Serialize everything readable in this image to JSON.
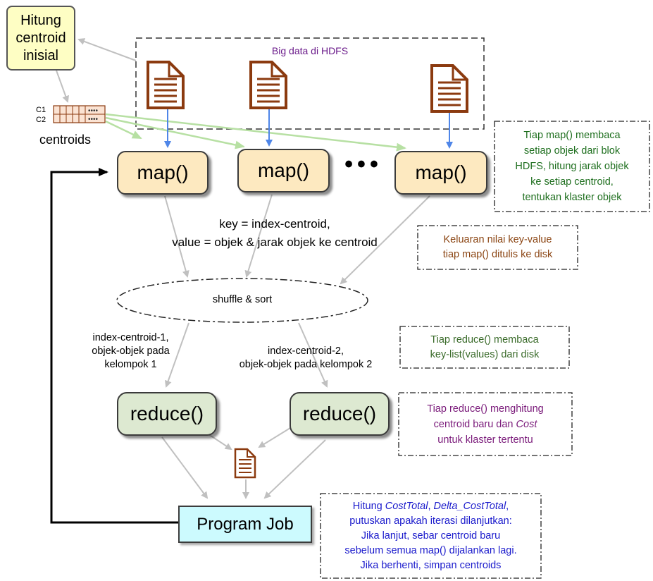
{
  "hdfs": {
    "title": "Big data di HDFS"
  },
  "init": {
    "label_1": "Hitung",
    "label_2": "centroid",
    "label_3": "inisial"
  },
  "centroids": {
    "c1": "C1",
    "c2": "C2",
    "label": "centroids"
  },
  "map": {
    "label": "map()",
    "ellipsis": "•••"
  },
  "map_output": {
    "line1": "key = index-centroid,",
    "line2": "value = objek & jarak objek ke centroid"
  },
  "shuffle": {
    "label": "shuffle & sort"
  },
  "group1": {
    "line1": "index-centroid-1,",
    "line2": "objek-objek pada",
    "line3": "kelompok 1"
  },
  "group2": {
    "line1": "index-centroid-2,",
    "line2": "objek-objek pada  kelompok 2"
  },
  "reduce": {
    "label": "reduce()"
  },
  "job": {
    "label": "Program Job"
  },
  "notes": {
    "map_note": {
      "l1": "Tiap map() membaca",
      "l2": "setiap objek dari blok",
      "l3": "HDFS, hitung jarak objek",
      "l4": "ke setiap centroid,",
      "l5": "tentukan  klaster objek",
      "color": "#1f6f1f"
    },
    "disk_note": {
      "l1": "Keluaran nilai key-value",
      "l2": "tiap map() ditulis ke disk",
      "color": "#8b4513"
    },
    "reduce_read_note": {
      "l1": "Tiap reduce() membaca",
      "l2": "key-list(values) dari disk",
      "color": "#3a6b2a"
    },
    "reduce_calc_note": {
      "l1": "Tiap reduce() menghitung",
      "l2": "centroid baru dan ",
      "l2_em": "Cost",
      "l3": "untuk klaster tertentu",
      "color": "#7a1a7a"
    },
    "job_note": {
      "l1a": "Hitung ",
      "l1b": "CostTotal",
      "l1c": ", ",
      "l1d": "Delta_CostTotal",
      "l1e": ",",
      "l2": "putuskan apakah iterasi dilanjutkan:",
      "l3": "Jika lanjut, sebar centroid baru",
      "l4": "sebelum semua map() dijalankan lagi.",
      "l5": "Jika berhenti, simpan centroids",
      "color": "#1a1acc"
    }
  },
  "colors": {
    "doc_stroke": "#8b3a0f",
    "blue_arrow": "#4f86e8",
    "green_arrow": "#b7e0a3",
    "gray_arrow": "#c0c0c0",
    "hdfs_title": "#6a1a8a"
  }
}
